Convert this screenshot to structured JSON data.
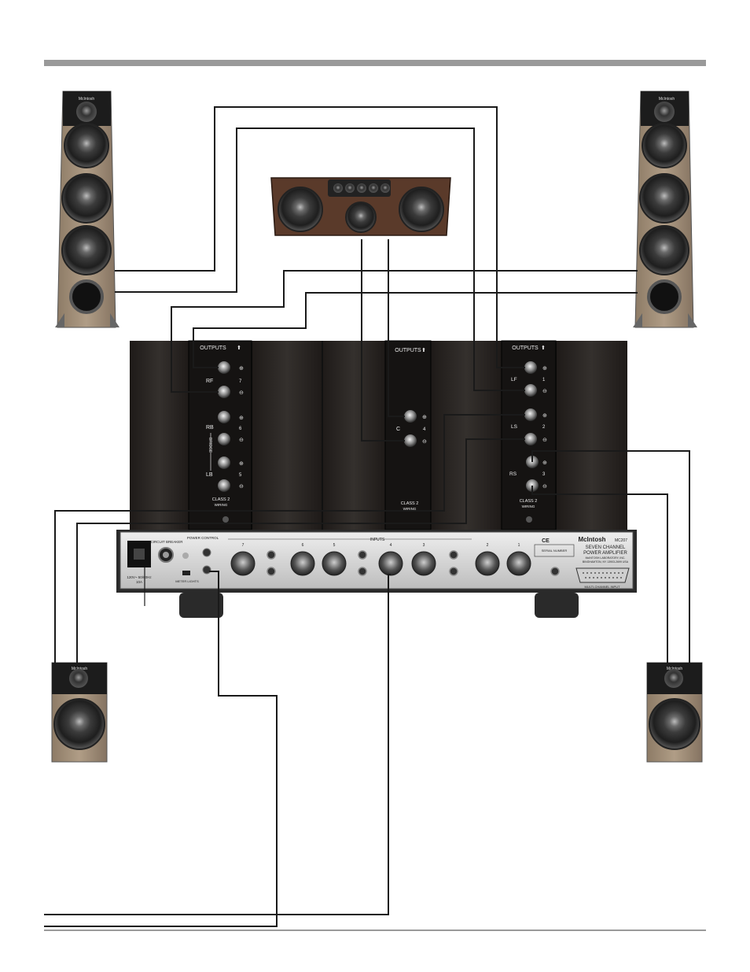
{
  "amplifier": {
    "left_panel": {
      "outputs_label": "OUTPUTS",
      "channels": [
        {
          "name": "RF",
          "number": "7"
        },
        {
          "name": "RB",
          "number": "6"
        },
        {
          "name": "LB",
          "number": "5"
        }
      ],
      "bridge_label": "BRIDGE",
      "class2_label": "CLASS 2",
      "wiring_label": "WIRING"
    },
    "center_panel": {
      "outputs_label": "OUTPUTS",
      "channels": [
        {
          "name": "C",
          "number": "4"
        }
      ],
      "class2_label": "CLASS 2",
      "wiring_label": "WIRING"
    },
    "right_panel": {
      "outputs_label": "OUTPUTS",
      "channels": [
        {
          "name": "LF",
          "number": "1"
        },
        {
          "name": "LS",
          "number": "2"
        },
        {
          "name": "RS",
          "number": "3"
        }
      ],
      "class2_label": "CLASS 2",
      "wiring_label": "WIRING"
    },
    "rear_panel": {
      "breaker_label": "CIRCUIT BREAKER",
      "power_control_label": "POWER CONTROL",
      "mains_label": "120V~ 50/60Hz",
      "mains_current": "10A",
      "meter_label": "METER LIGHTS",
      "inputs_label": "INPUTS",
      "input_numbers": [
        "7",
        "6",
        "5",
        "4",
        "3",
        "2",
        "1"
      ],
      "serial_label": "SERIAL NUMBER",
      "brand": "McIntosh",
      "model": "MC207",
      "product_line1": "SEVEN CHANNEL",
      "product_line2": "POWER AMPLIFIER",
      "maker_line1": "McINTOSH LABORATORY, INC.",
      "maker_line2": "BINGHAMTON, NY 13903-2699 USA",
      "data_port_label": "MULTI-CHANNEL INPUT",
      "ce_mark": "CE"
    }
  },
  "speakers": {
    "brand_badge": "McIntosh"
  },
  "colors": {
    "rule": "#9a9a9a",
    "cabinet": "#2a2320",
    "wood": "#9c8a73",
    "wire": "#1a1a1a",
    "panel_silver": "#d6d6d6"
  }
}
